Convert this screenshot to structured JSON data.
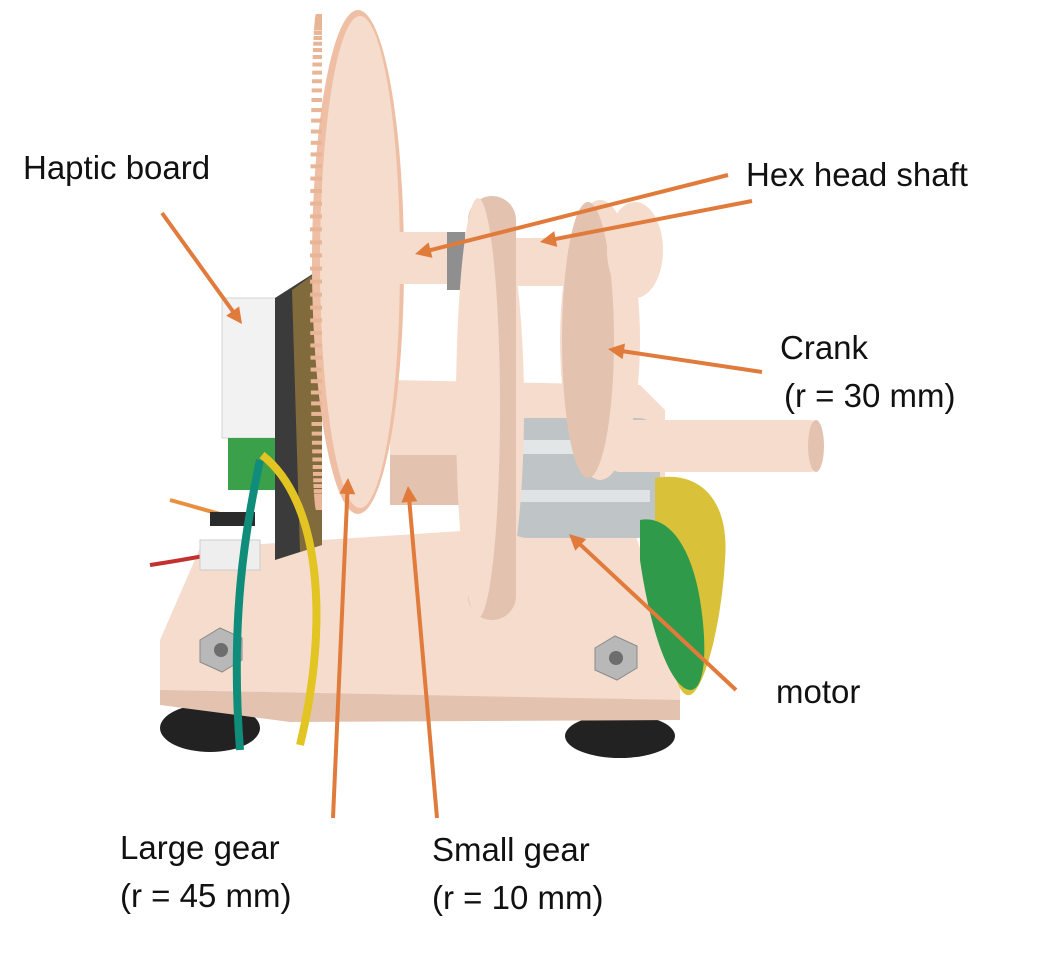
{
  "colors": {
    "arrow": "#e07b3c",
    "part": "#f6dccd",
    "part_shadow": "#e3c3b0",
    "motor": "#bfc4c6",
    "board": "#3b3b3b",
    "wire_yellow": "#e2c422",
    "wire_teal": "#0f8c7a",
    "clip_green": "#2e9a4a",
    "clip_yellow": "#d9c13a",
    "wheel": "#222222",
    "nut": "#b8b8b8",
    "text": "#111111",
    "background": "#ffffff"
  },
  "labels": {
    "haptic_board": "Haptic board",
    "hex_head_shaft": "Hex head shaft",
    "crank": "Crank",
    "crank_radius": "(r = 30 mm)",
    "motor": "motor",
    "large_gear": "Large gear",
    "large_gear_radius": "(r = 45 mm)",
    "small_gear": "Small gear",
    "small_gear_radius": "(r = 10 mm)"
  }
}
